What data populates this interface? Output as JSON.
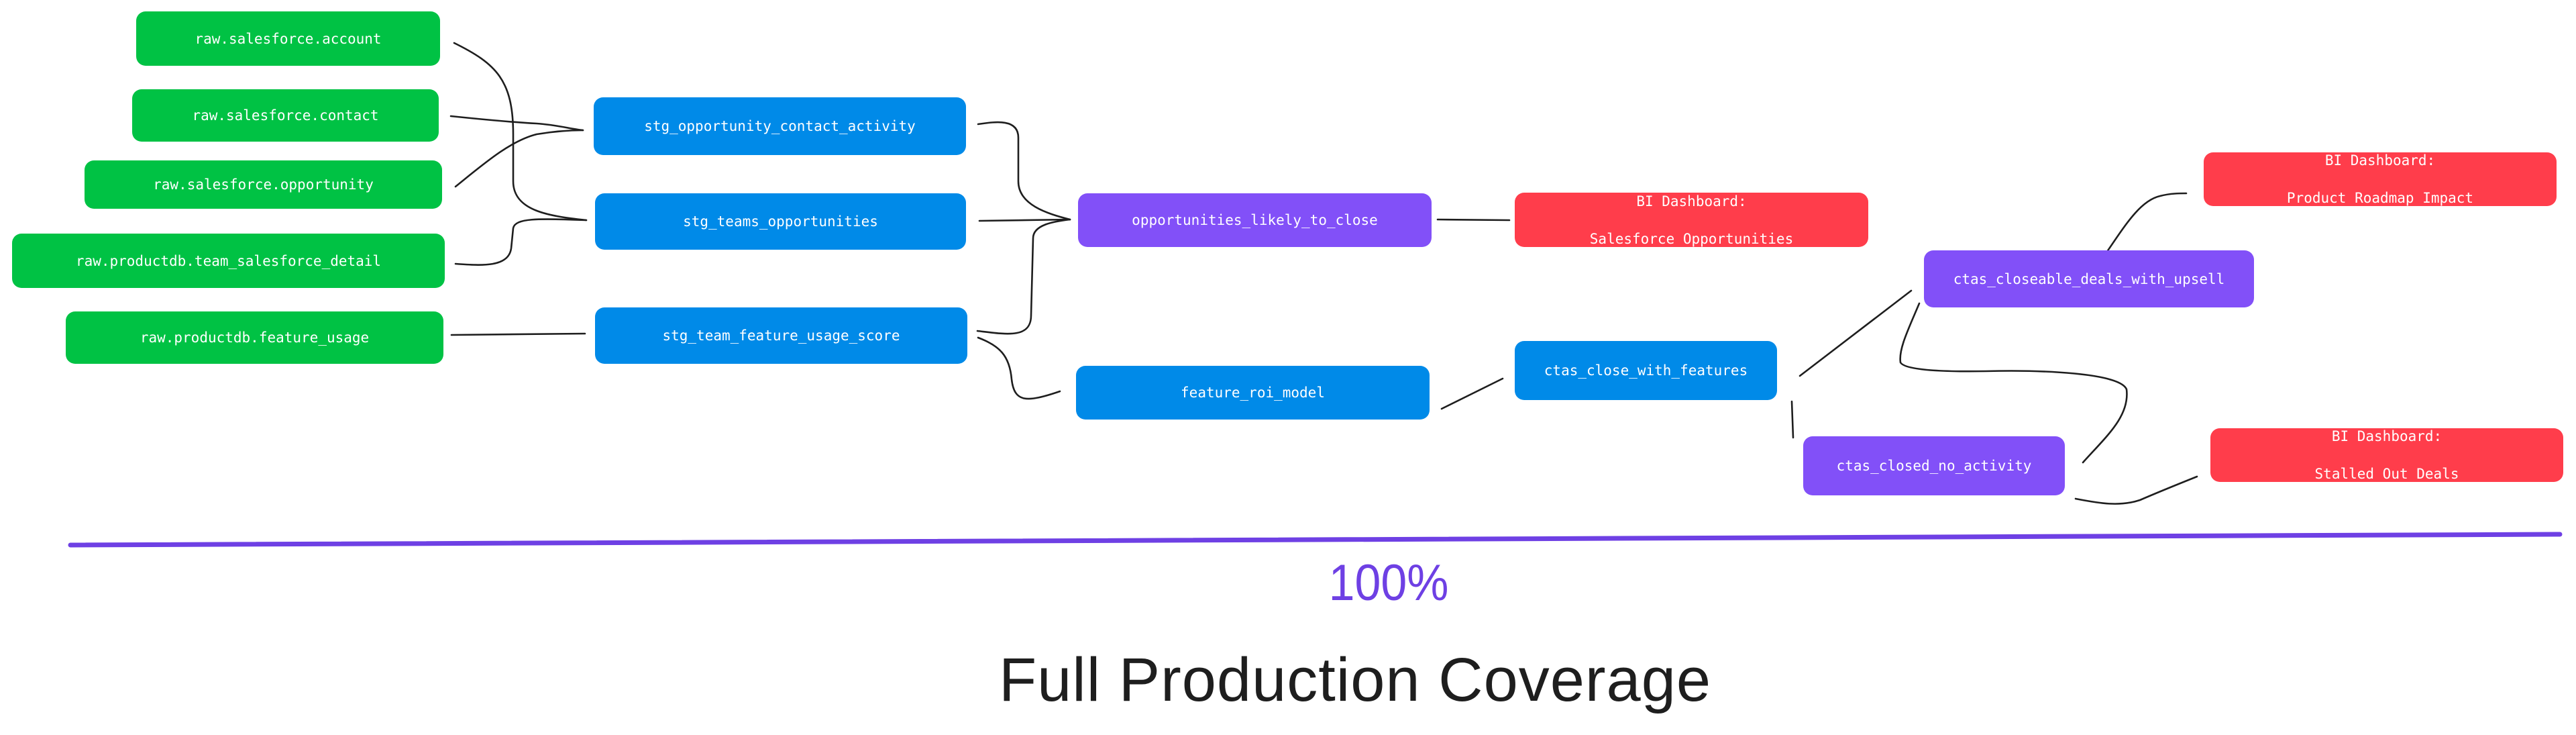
{
  "colors": {
    "raw": "#00c244",
    "staging": "#008ae8",
    "mart": "#8250f8",
    "bi_dashboard": "#ff3d4b",
    "coverage_accent": "#6e40e4",
    "edge": "#1e1e1e",
    "node_text": "#ffffff"
  },
  "nodes": {
    "raw_salesforce_account": {
      "label": "raw.salesforce.account",
      "kind": "raw"
    },
    "raw_salesforce_contact": {
      "label": "raw.salesforce.contact",
      "kind": "raw"
    },
    "raw_salesforce_opportunity": {
      "label": "raw.salesforce.opportunity",
      "kind": "raw"
    },
    "raw_productdb_team_salesforce_detail": {
      "label": "raw.productdb.team_salesforce_detail",
      "kind": "raw"
    },
    "raw_productdb_feature_usage": {
      "label": "raw.productdb.feature_usage",
      "kind": "raw"
    },
    "stg_opportunity_contact_activity": {
      "label": "stg_opportunity_contact_activity",
      "kind": "staging"
    },
    "stg_teams_opportunities": {
      "label": "stg_teams_opportunities",
      "kind": "staging"
    },
    "stg_team_feature_usage_score": {
      "label": "stg_team_feature_usage_score",
      "kind": "staging"
    },
    "opportunities_likely_to_close": {
      "label": "opportunities_likely_to_close",
      "kind": "mart"
    },
    "feature_roi_model": {
      "label": "feature_roi_model",
      "kind": "staging"
    },
    "bi_salesforce_opportunities": {
      "line1": "BI Dashboard:",
      "line2": "Salesforce Opportunities",
      "kind": "bi_dashboard"
    },
    "ctas_close_with_features": {
      "label": "ctas_close_with_features",
      "kind": "staging"
    },
    "ctas_closeable_deals_with_upsell": {
      "label": "ctas_closeable_deals_with_upsell",
      "kind": "mart"
    },
    "ctas_closed_no_activity": {
      "label": "ctas_closed_no_activity",
      "kind": "mart"
    },
    "bi_product_roadmap_impact": {
      "line1": "BI Dashboard:",
      "line2": "Product Roadmap Impact",
      "kind": "bi_dashboard"
    },
    "bi_stalled_out_deals": {
      "line1": "BI Dashboard:",
      "line2": "Stalled Out Deals",
      "kind": "bi_dashboard"
    }
  },
  "edges": [
    {
      "from": "raw.salesforce.account",
      "to": "stg_teams_opportunities"
    },
    {
      "from": "raw.salesforce.contact",
      "to": "stg_opportunity_contact_activity"
    },
    {
      "from": "raw.salesforce.opportunity",
      "to": "stg_opportunity_contact_activity"
    },
    {
      "from": "raw.productdb.team_salesforce_detail",
      "to": "stg_teams_opportunities"
    },
    {
      "from": "raw.productdb.feature_usage",
      "to": "stg_team_feature_usage_score"
    },
    {
      "from": "stg_opportunity_contact_activity",
      "to": "opportunities_likely_to_close"
    },
    {
      "from": "stg_teams_opportunities",
      "to": "opportunities_likely_to_close"
    },
    {
      "from": "stg_team_feature_usage_score",
      "to": "opportunities_likely_to_close"
    },
    {
      "from": "stg_team_feature_usage_score",
      "to": "feature_roi_model"
    },
    {
      "from": "opportunities_likely_to_close",
      "to": "BI Dashboard: Salesforce Opportunities"
    },
    {
      "from": "feature_roi_model",
      "to": "ctas_close_with_features"
    },
    {
      "from": "ctas_close_with_features",
      "to": "ctas_closeable_deals_with_upsell"
    },
    {
      "from": "ctas_close_with_features",
      "to": "ctas_closed_no_activity"
    },
    {
      "from": "ctas_closeable_deals_with_upsell",
      "to": "BI Dashboard: Product Roadmap Impact"
    },
    {
      "from": "ctas_closeable_deals_with_upsell",
      "to": "ctas_closed_no_activity"
    },
    {
      "from": "ctas_closed_no_activity",
      "to": "BI Dashboard: Stalled Out Deals"
    }
  ],
  "coverage": {
    "percent": 100,
    "percent_label": "100%",
    "caption": "Full Production Coverage"
  }
}
